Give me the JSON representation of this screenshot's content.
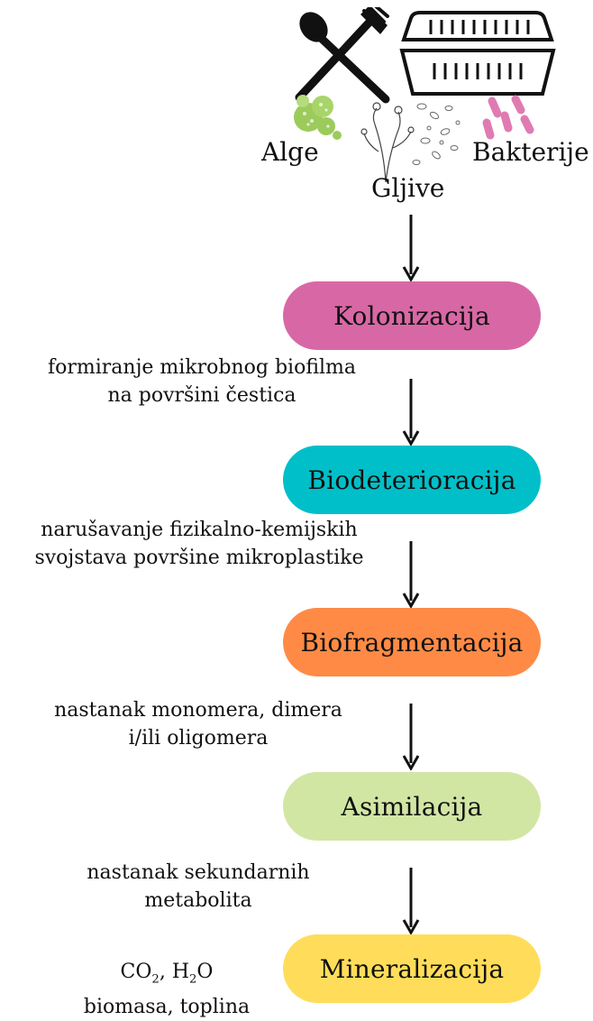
{
  "organisms": {
    "algae": "Alge",
    "fungi": "Gljive",
    "bacteria": "Bakterije"
  },
  "stages": [
    {
      "label": "Kolonizacija",
      "color": "#D868A5"
    },
    {
      "label": "Biodeterioracija",
      "color": "#00BFC8"
    },
    {
      "label": "Biofragmentacija",
      "color": "#FF8A45"
    },
    {
      "label": "Asimilacija",
      "color": "#D2E6A4"
    },
    {
      "label": "Mineralizacija",
      "color": "#FFDD5A"
    }
  ],
  "notes": {
    "n1_l1": "formiranje mikrobnog biofilma",
    "n1_l2": "na površini čestica",
    "n2_l1": "narušavanje fizikalno-kemijskih",
    "n2_l2": "svojstava površine mikroplastike",
    "n3_l1": "nastanak monomera, dimera",
    "n3_l2": "i/ili oligomera",
    "n4_l1": "nastanak sekundarnih",
    "n4_l2": "metabolita"
  },
  "products": {
    "co2_base": "CO",
    "co2_sub": "2",
    "separator": ", ",
    "h2o_h": "H",
    "h2o_sub": "2",
    "h2o_o": "O",
    "line2": "biomasa, toplina"
  },
  "colors": {
    "algae": "#9CCB5C",
    "bacteria": "#E07BB2",
    "ink": "#111111"
  },
  "icons": [
    "cutlery-icon",
    "food-container-icon",
    "algae-icon",
    "fungi-icon",
    "bacteria-icon",
    "arrow-down-icon"
  ]
}
